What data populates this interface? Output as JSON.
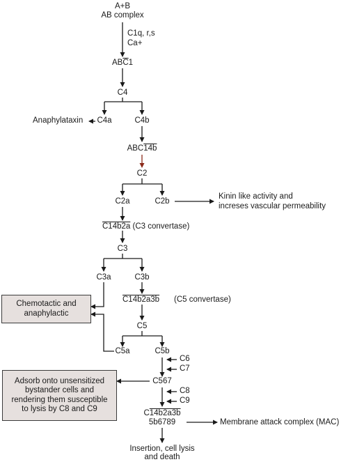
{
  "diagram": {
    "start_line1": "A+B",
    "start_line2": "AB complex",
    "cofactor_line1": "C1q, r,s",
    "cofactor_line2": "Ca+",
    "ab_prefix": "AB",
    "ab_bar": "C",
    "ab_suffix": "1",
    "c4": "C4",
    "anaphylataxin": "Anaphylataxin",
    "c4a": "C4a",
    "c4b": "C4b",
    "abc14b_prefix": "ABC",
    "abc14b_bar": "14b",
    "c2": "C2",
    "c2a": "C2a",
    "c2b": "C2b",
    "kinin_line1": "Kinin like activity and",
    "kinin_line2": "increses vascular permeability",
    "c14b2a": "C14b2a",
    "c3_convertase": "(C3 convertase)",
    "c3": "C3",
    "c3a": "C3a",
    "c3b": "C3b",
    "c14b2a3b": "C14b2a3b",
    "c5_convertase": "(C5 convertase)",
    "chemotactic_line1": "Chemotactic and",
    "chemotactic_line2": "anaphylactic",
    "c5": "C5",
    "c5a": "C5a",
    "c5b": "C5b",
    "c6": "C6",
    "c7": "C7",
    "c567": "C567",
    "adsorb_line1": "Adsorb onto unsensitized",
    "adsorb_line2": "bystander cells and",
    "adsorb_line3": "rendering them susceptible",
    "adsorb_line4": "to lysis by C8 and C9",
    "c8": "C8",
    "c9": "C9",
    "mac_line1_prefix": "C",
    "mac_line1_bar": "14b2a3b",
    "mac_line2": "5b6789",
    "mac": "Membrane attack complex (MAC)",
    "end_line1": "Insertion, cell lysis",
    "end_line2": "and death"
  },
  "colors": {
    "arrow": "#1a1a1a",
    "c2_arrow": "#8b2a1a",
    "box_fill": "#e6e0de"
  }
}
